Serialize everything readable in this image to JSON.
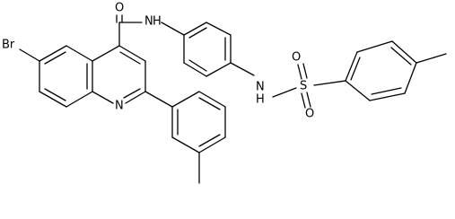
{
  "atoms": {
    "bromine": "Br",
    "carbonyl_oxygen": "O",
    "amide_nh": "N",
    "amide_h": "H",
    "quinoline_nitrogen": "N",
    "sulfonamide_nh": "N",
    "sulfonamide_h": "H",
    "sulfur": "S",
    "sulfonyl_oxygen_1": "O",
    "sulfonyl_oxygen_2": "O"
  }
}
